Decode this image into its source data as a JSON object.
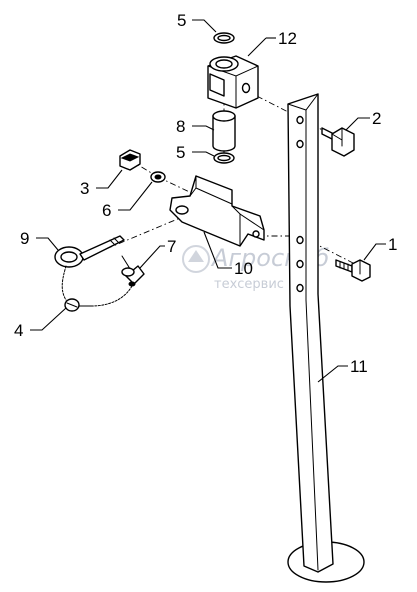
{
  "watermark": {
    "line1": "Агроснаб",
    "line2": "техсервис"
  },
  "callouts": [
    {
      "id": "1",
      "label": "1"
    },
    {
      "id": "2",
      "label": "2"
    },
    {
      "id": "3",
      "label": "3"
    },
    {
      "id": "4",
      "label": "4"
    },
    {
      "id": "5a",
      "label": "5"
    },
    {
      "id": "5b",
      "label": "5"
    },
    {
      "id": "6",
      "label": "6"
    },
    {
      "id": "7",
      "label": "7"
    },
    {
      "id": "8",
      "label": "8"
    },
    {
      "id": "9",
      "label": "9"
    },
    {
      "id": "10",
      "label": "10"
    },
    {
      "id": "11",
      "label": "11"
    },
    {
      "id": "12",
      "label": "12"
    }
  ]
}
